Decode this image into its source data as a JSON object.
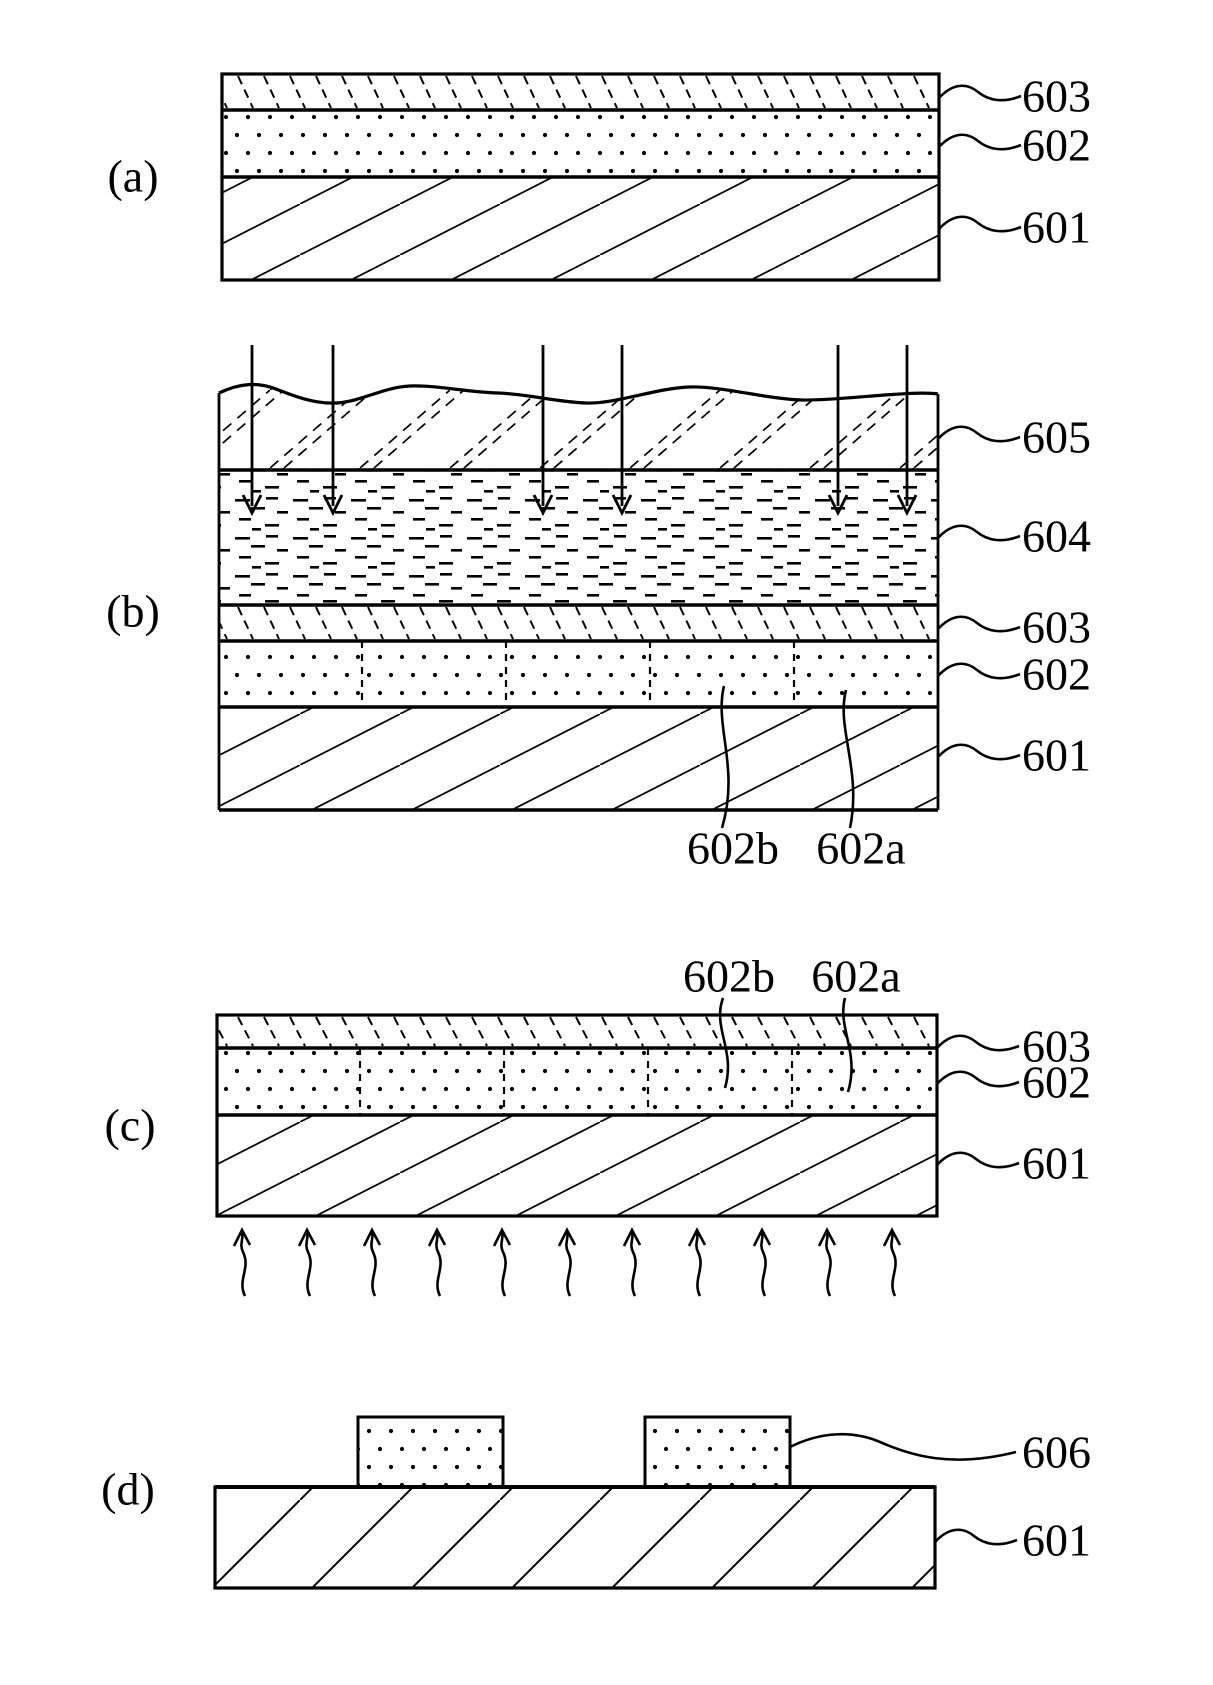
{
  "figure": {
    "type": "patent-process-cross-section",
    "colors": {
      "ink": "#000000",
      "paper": "#ffffff"
    },
    "panels": {
      "a": {
        "letter": "(a)",
        "refs": {
          "r603": "603",
          "r602": "602",
          "r601": "601"
        }
      },
      "b": {
        "letter": "(b)",
        "refs": {
          "r605": "605",
          "r604": "604",
          "r603": "603",
          "r602": "602",
          "r601": "601",
          "r602b": "602b",
          "r602a": "602a"
        }
      },
      "c": {
        "letter": "(c)",
        "refs": {
          "r602b": "602b",
          "r602a": "602a",
          "r603": "603",
          "r602": "602",
          "r601": "601"
        }
      },
      "d": {
        "letter": "(d)",
        "refs": {
          "r606": "606",
          "r601": "601"
        }
      }
    }
  }
}
